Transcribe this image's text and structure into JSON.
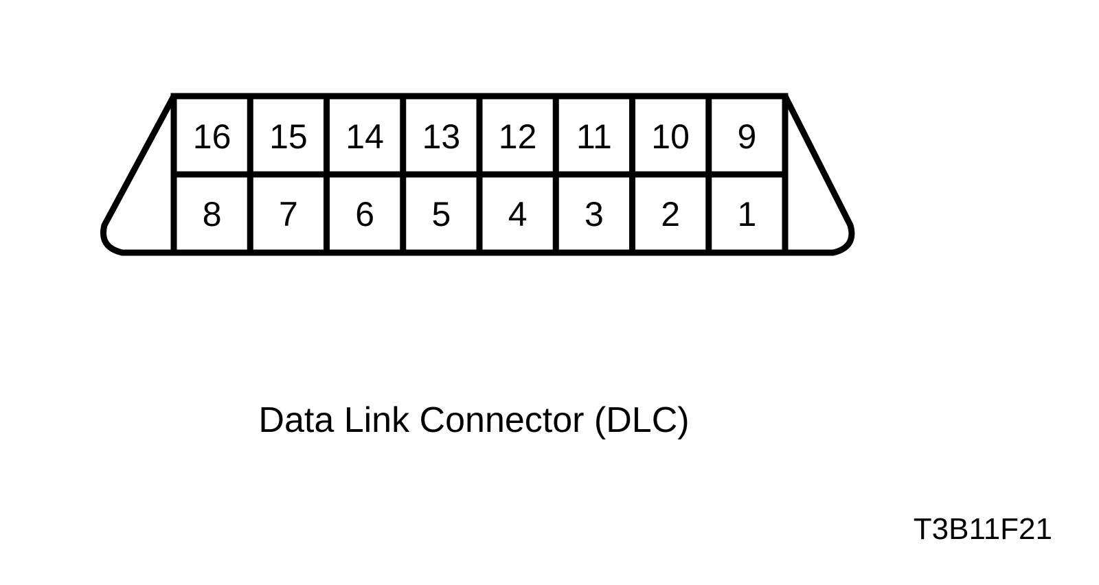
{
  "figure": {
    "caption": "Data Link Connector (DLC)",
    "reference_code": "T3B11F21",
    "line_color": "#000000",
    "background_color": "#ffffff",
    "shape": "trapezoid-with-rounded-bottom-corners"
  },
  "connector": {
    "total_pins": 16,
    "columns": 8,
    "rows": 2,
    "rows_data": [
      {
        "row_name": "top-row",
        "pins": [
          "16",
          "15",
          "14",
          "13",
          "12",
          "11",
          "10",
          "9"
        ]
      },
      {
        "row_name": "bottom-row",
        "pins": [
          "8",
          "7",
          "6",
          "5",
          "4",
          "3",
          "2",
          "1"
        ]
      }
    ]
  }
}
